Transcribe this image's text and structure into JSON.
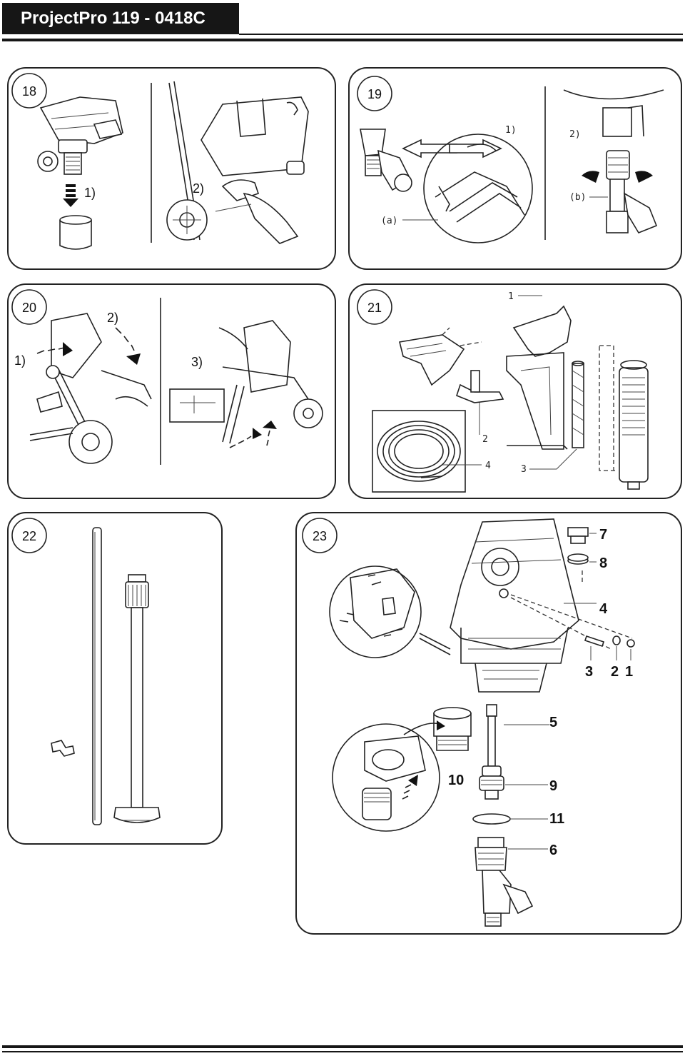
{
  "header": {
    "title": "ProjectPro 119 - 0418C"
  },
  "panels": {
    "p18": {
      "number": "18",
      "steps": [
        "1)",
        "2)"
      ]
    },
    "p19": {
      "number": "19",
      "steps": [
        "1)",
        "2)"
      ],
      "callouts": [
        "(a)",
        "(b)"
      ]
    },
    "p20": {
      "number": "20",
      "steps": [
        "1)",
        "2)",
        "3)"
      ]
    },
    "p21": {
      "number": "21",
      "parts": [
        "1",
        "2",
        "3",
        "4"
      ]
    },
    "p22": {
      "number": "22"
    },
    "p23": {
      "number": "23",
      "parts": [
        "7",
        "8",
        "4",
        "3",
        "2",
        "1",
        "5",
        "10",
        "9",
        "11",
        "6"
      ]
    }
  },
  "colors": {
    "ink": "#161616",
    "paper": "#ffffff"
  }
}
